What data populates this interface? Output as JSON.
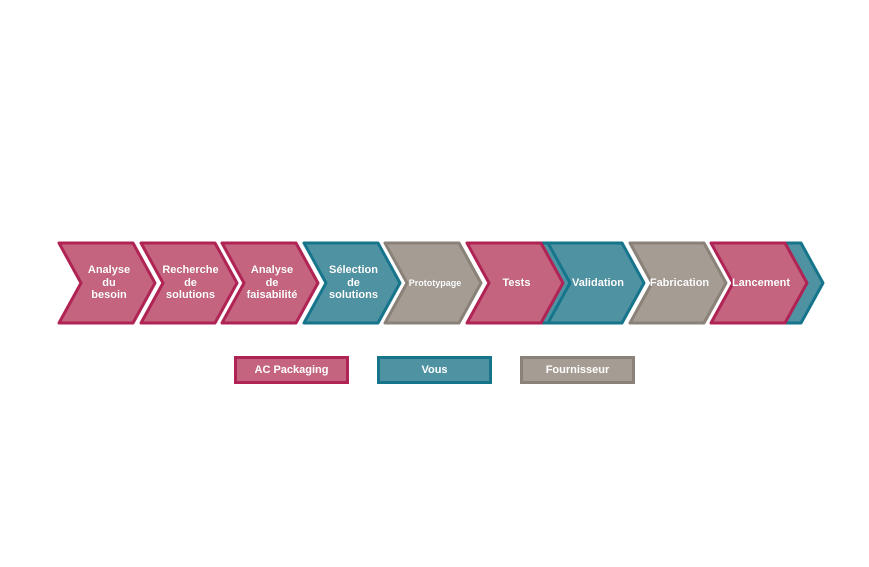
{
  "diagram": {
    "steps": [
      {
        "label": "Analyse\ndu\nbesoin",
        "owner": "ac"
      },
      {
        "label": "Recherche\nde\nsolutions",
        "owner": "ac"
      },
      {
        "label": "Analyse\nde\nfaisabilité",
        "owner": "ac"
      },
      {
        "label": "Sélection\nde\nsolutions",
        "owner": "vous"
      },
      {
        "label": "Prototypage",
        "owner": "fournisseur",
        "small": true
      },
      {
        "label": "Tests",
        "owner": "ac+vous"
      },
      {
        "label": "Validation",
        "owner": "vous"
      },
      {
        "label": "Fabrication",
        "owner": "fournisseur"
      },
      {
        "label": "Lancement",
        "owner": "ac+vous"
      }
    ],
    "legend": [
      {
        "label": "AC Packaging",
        "owner": "ac"
      },
      {
        "label": "Vous",
        "owner": "vous"
      },
      {
        "label": "Fournisseur",
        "owner": "fournisseur"
      }
    ],
    "colors": {
      "ac": {
        "fill": "#c5647f",
        "stroke": "#b02355"
      },
      "vous": {
        "fill": "#4f93a3",
        "stroke": "#16758b"
      },
      "fournisseur": {
        "fill": "#a59d94",
        "stroke": "#8a8178"
      }
    }
  }
}
